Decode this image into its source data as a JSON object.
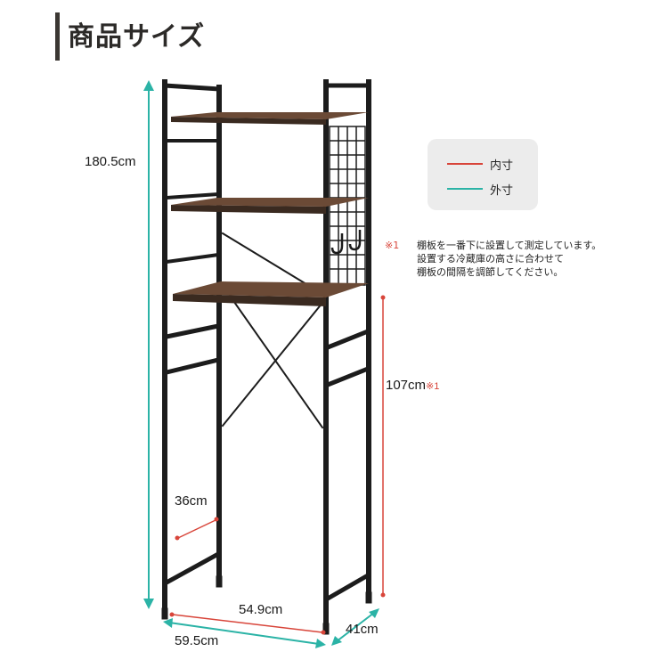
{
  "title": "商品サイズ",
  "legend": {
    "inner": {
      "label": "内寸",
      "color": "#d8453a"
    },
    "outer": {
      "label": "外寸",
      "color": "#2bb3a6"
    }
  },
  "dimensions": {
    "height_outer": "180.5cm",
    "height_inner": "107cm",
    "height_inner_ref": "※1",
    "width_inner": "54.9cm",
    "width_outer": "59.5cm",
    "depth_outer": "41cm",
    "gap_inner": "36cm"
  },
  "note": {
    "mark": "※1",
    "lines": [
      "棚板を一番下に設置して測定しています。",
      "設置する冷蔵庫の高さに合わせて",
      "棚板の間隔を調節してください。"
    ]
  },
  "colors": {
    "frame": "#1c1c1c",
    "shelf": "#6b4a36",
    "title_bar": "#3b3733"
  }
}
